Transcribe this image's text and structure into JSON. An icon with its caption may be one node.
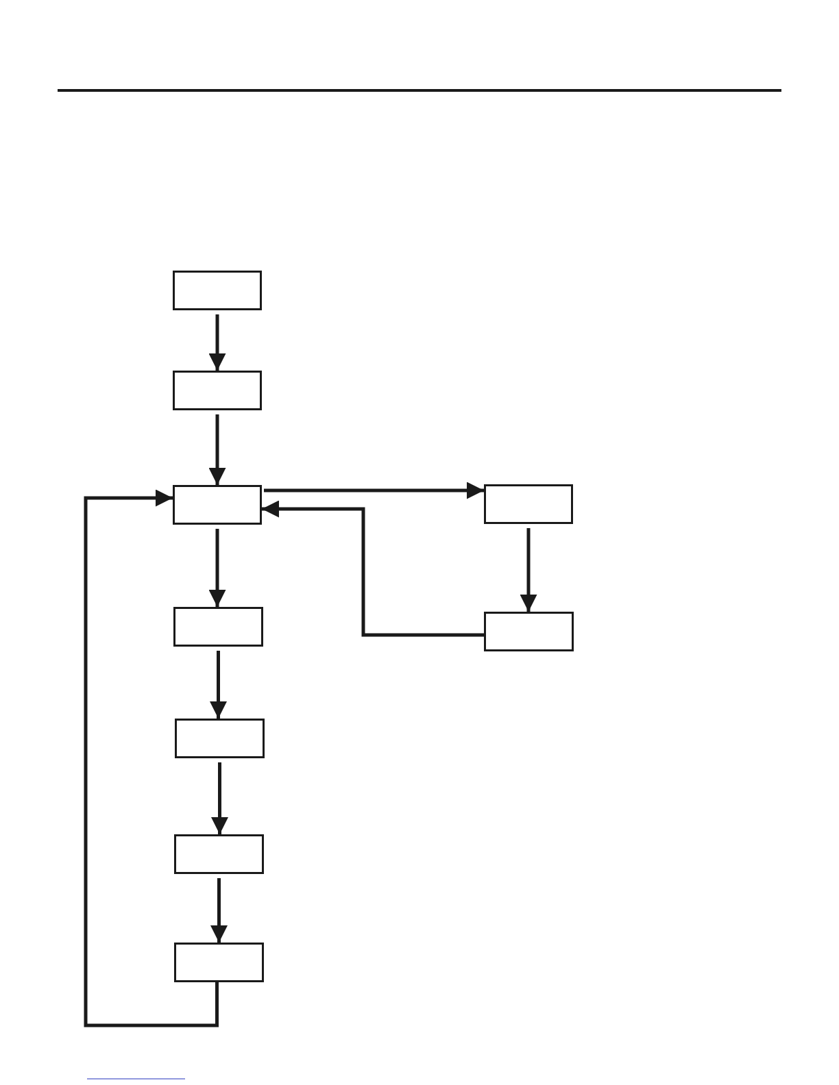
{
  "diagram": {
    "nodes": [
      {
        "text": [],
        "shape": "box"
      },
      {
        "text": [],
        "shape": "box"
      },
      {
        "text": [],
        "shape": "box"
      },
      {
        "text": [],
        "shape": "box"
      },
      {
        "text": [],
        "shape": "box"
      },
      {
        "text": [],
        "shape": "box"
      },
      {
        "text": [],
        "shape": "box"
      },
      {
        "text": [],
        "shape": "box"
      },
      {
        "text": [],
        "shape": "box"
      }
    ],
    "edges": [
      {
        "from": 0,
        "to": 1,
        "arrow": "to"
      },
      {
        "from": 1,
        "to": 2,
        "arrow": "to"
      },
      {
        "from": 2,
        "to": 3,
        "arrow": "to"
      },
      {
        "from": 3,
        "to": 5,
        "arrow": "to"
      },
      {
        "from": 5,
        "to": 2,
        "arrow": "to"
      },
      {
        "from": 2,
        "to": 4,
        "arrow": "to"
      },
      {
        "from": 4,
        "to": 6,
        "arrow": "to"
      },
      {
        "from": 6,
        "to": 7,
        "arrow": "to"
      },
      {
        "from": 7,
        "to": 8,
        "arrow": "to"
      },
      {
        "from": 8,
        "to": 2,
        "arrow": "to"
      }
    ]
  }
}
